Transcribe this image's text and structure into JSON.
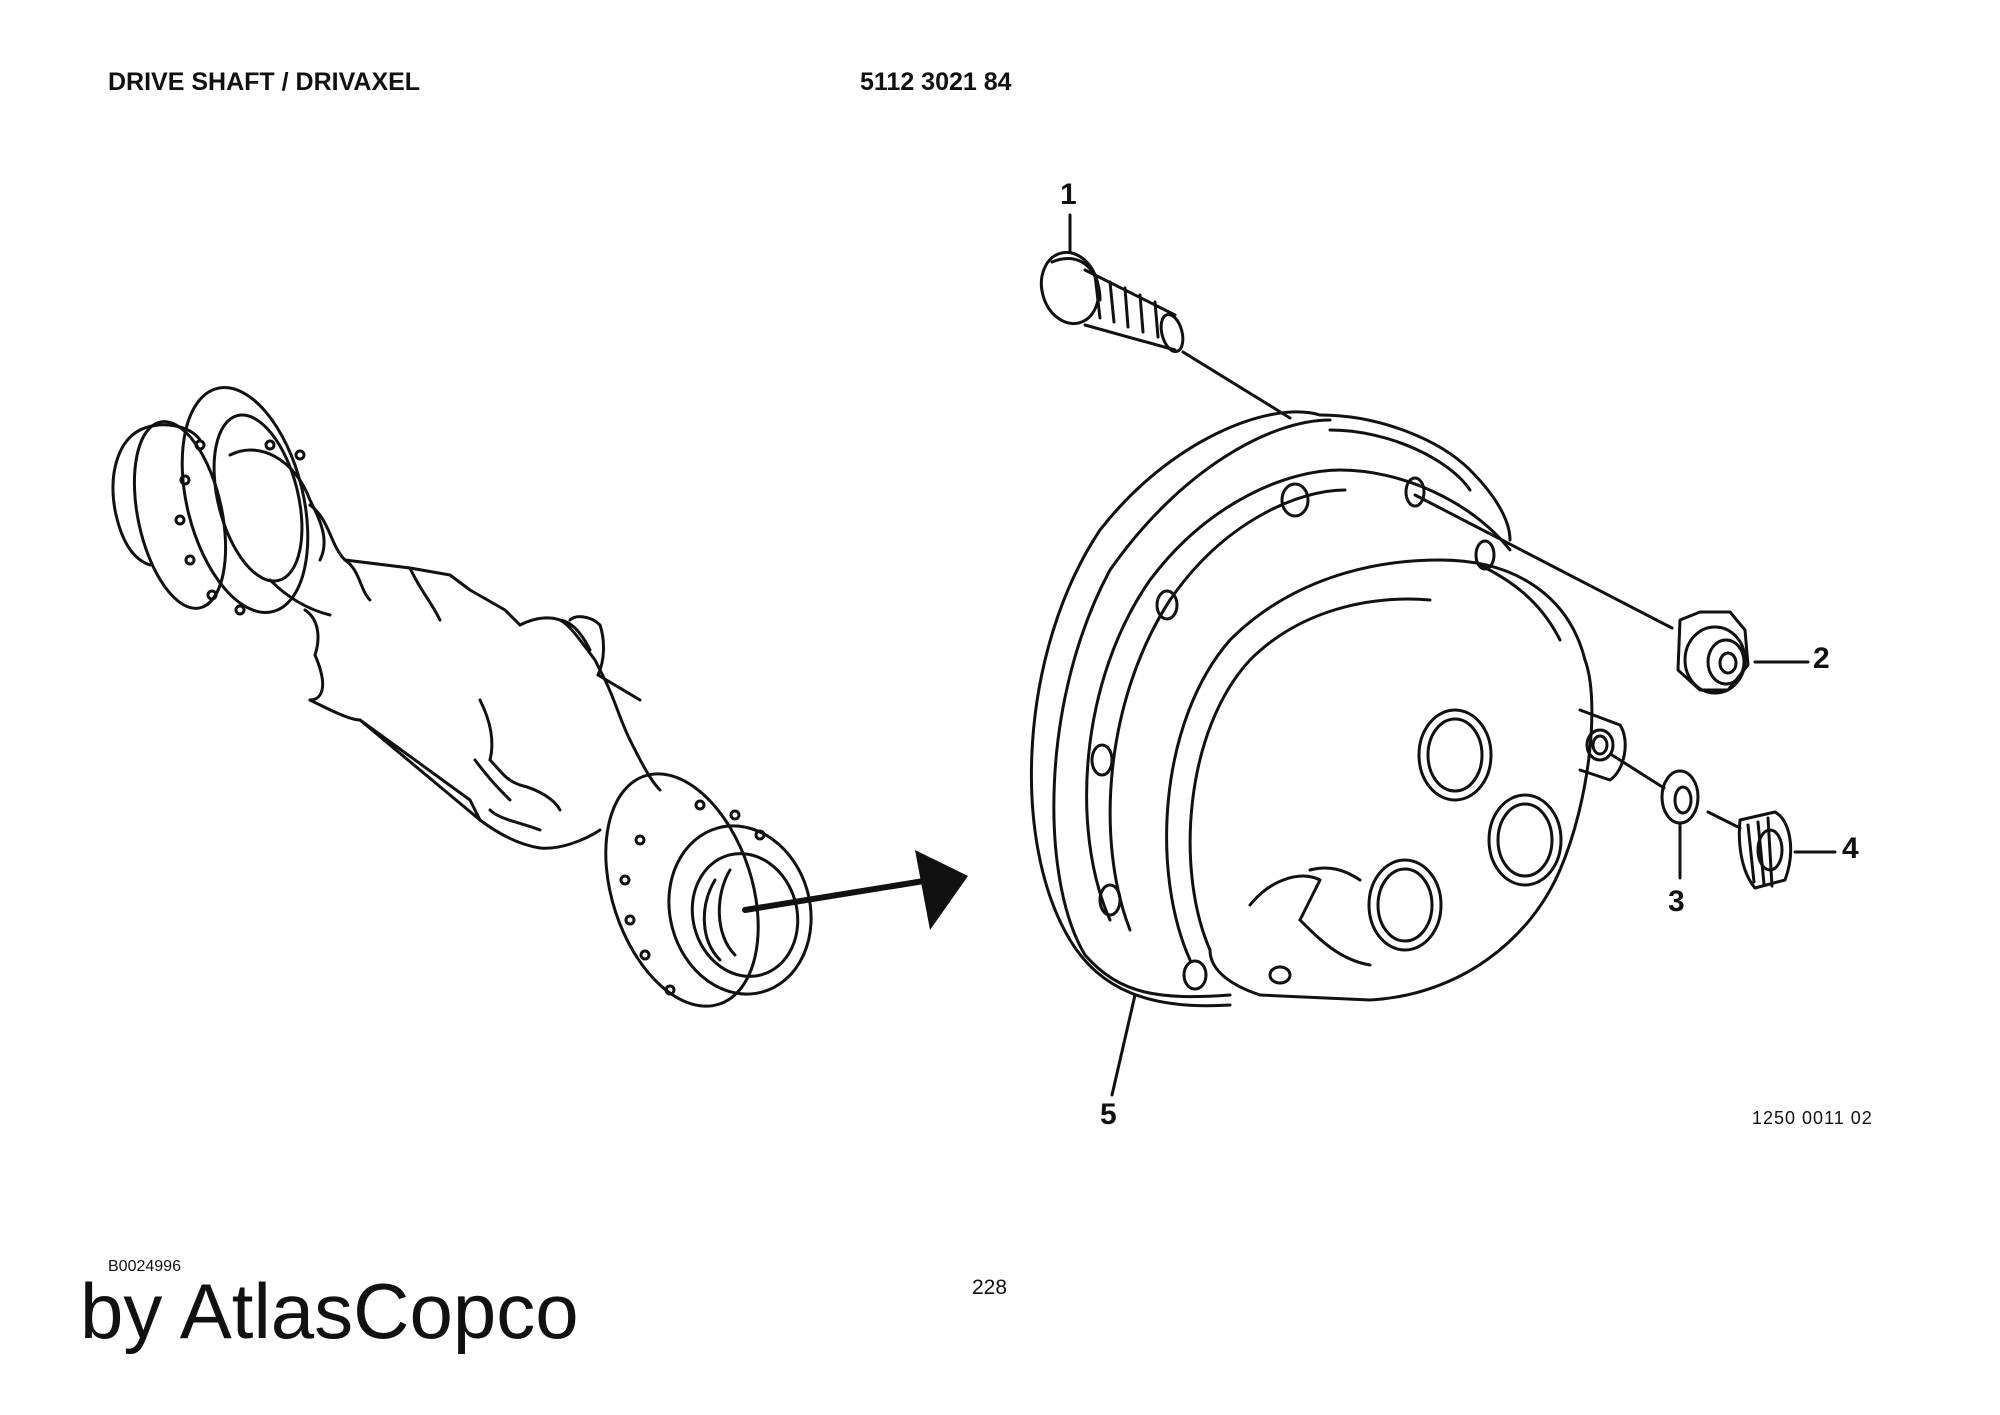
{
  "header": {
    "title": "DRIVE SHAFT / DRIVAXEL",
    "part_number": "5112 3021 84"
  },
  "callouts": [
    {
      "id": "1",
      "label": "1"
    },
    {
      "id": "2",
      "label": "2"
    },
    {
      "id": "3",
      "label": "3"
    },
    {
      "id": "4",
      "label": "4"
    },
    {
      "id": "5",
      "label": "5"
    }
  ],
  "drawing_number": "1250 0011 02",
  "footer": {
    "document_id": "B0024996",
    "page_number": "228",
    "brand": "by AtlasCopco"
  }
}
